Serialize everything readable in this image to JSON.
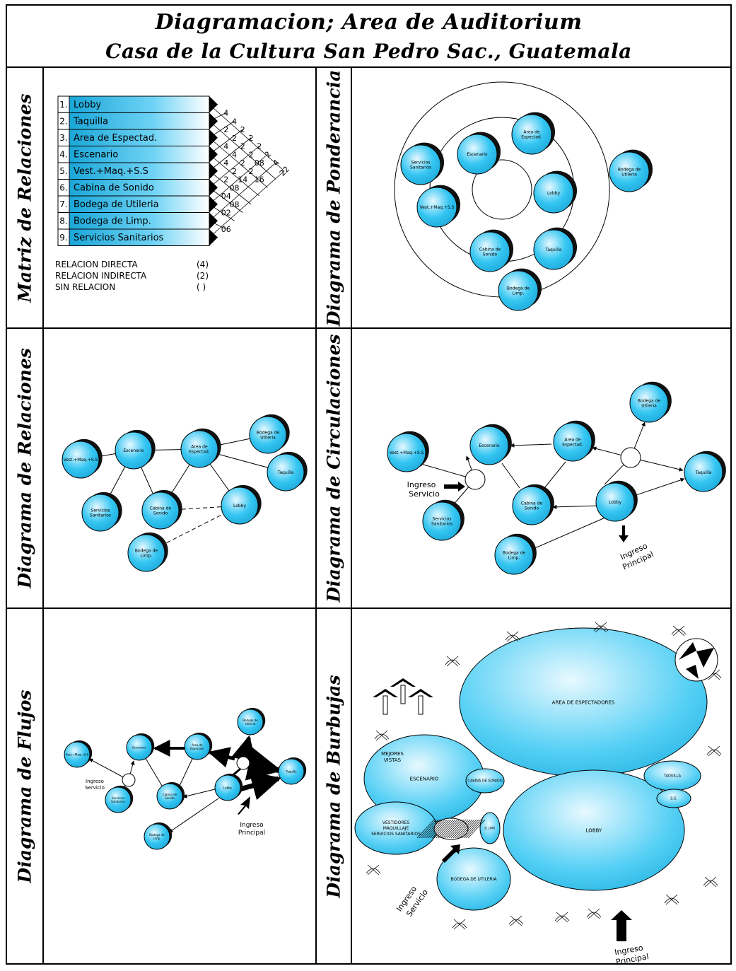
{
  "title": {
    "line1": "Diagramacion; Area de Auditorium",
    "line2": "Casa de la Cultura San Pedro Sac., Guatemala"
  },
  "section_labels": {
    "matriz": "Matriz de Relaciones",
    "ponderancia": "Diagrama de Ponderancia",
    "relaciones": "Diagrama de Relaciones",
    "circulaciones": "Diagrama de Circulaciones",
    "flujos": "Diagrama de Flujos",
    "burbujas": "Diagrama de Burbujas"
  },
  "matrix": {
    "rows": [
      {
        "num": "1.",
        "label": "Lobby"
      },
      {
        "num": "2.",
        "label": "Taquilla"
      },
      {
        "num": "3.",
        "label": "Area de Espectad."
      },
      {
        "num": "4.",
        "label": "Escenario"
      },
      {
        "num": "5.",
        "label": "Vest.+Maq.+S.S"
      },
      {
        "num": "6.",
        "label": "Cabina de Sonido"
      },
      {
        "num": "7.",
        "label": "Bodega de Utileria"
      },
      {
        "num": "8.",
        "label": "Bodega de Limp."
      },
      {
        "num": "9.",
        "label": "Servicios Sanitarios"
      }
    ],
    "cells": [
      {
        "i": 1,
        "j": 2,
        "v": "4"
      },
      {
        "i": 1,
        "j": 3,
        "v": "4"
      },
      {
        "i": 1,
        "j": 4,
        "v": "2"
      },
      {
        "i": 1,
        "j": 5,
        "v": "2"
      },
      {
        "i": 1,
        "j": 6,
        "v": "2"
      },
      {
        "i": 1,
        "j": 7,
        "v": "2"
      },
      {
        "i": 1,
        "j": 8,
        "v": "4"
      },
      {
        "i": 1,
        "j": 9,
        "v": "22"
      },
      {
        "i": 2,
        "j": 3,
        "v": "2"
      },
      {
        "i": 2,
        "j": 4,
        "v": "2"
      },
      {
        "i": 2,
        "j": 5,
        "v": "2"
      },
      {
        "i": 2,
        "j": 6,
        "v": "2"
      },
      {
        "i": 2,
        "j": 7,
        "v": "08"
      },
      {
        "i": 3,
        "j": 4,
        "v": "4"
      },
      {
        "i": 3,
        "j": 5,
        "v": "4"
      },
      {
        "i": 3,
        "j": 6,
        "v": "2"
      },
      {
        "i": 3,
        "j": 7,
        "v": "2"
      },
      {
        "i": 3,
        "j": 8,
        "v": "16"
      },
      {
        "i": 4,
        "j": 5,
        "v": "4"
      },
      {
        "i": 4,
        "j": 6,
        "v": "2"
      },
      {
        "i": 4,
        "j": 7,
        "v": "14"
      },
      {
        "i": 5,
        "j": 6,
        "v": "2"
      },
      {
        "i": 5,
        "j": 7,
        "v": "08"
      },
      {
        "i": 6,
        "j": 7,
        "v": "04"
      },
      {
        "i": 6,
        "j": 8,
        "v": "08"
      },
      {
        "i": 7,
        "j": 8,
        "v": "02"
      },
      {
        "i": 8,
        "j": 9,
        "v": "06"
      }
    ],
    "legend": [
      {
        "label": "RELACION DIRECTA",
        "code": "(4)"
      },
      {
        "label": "RELACION INDIRECTA",
        "code": "(2)"
      },
      {
        "label": "SIN RELACION",
        "code": "(  )"
      }
    ]
  },
  "nodes": {
    "lobby": "Lobby",
    "taquilla": "Taquilla",
    "area_espect": "Area de Espectad.",
    "escenario": "Escenario",
    "vest": "Vest.+Maq.+S.S",
    "cabina": "Cabina de Sonido",
    "utileria": "Bodega de Utileria",
    "limpieza": "Bodega de Limp.",
    "sanitarios": "Servicios Sanitarios"
  },
  "annotations": {
    "ingreso_servicio": "Ingreso Servicio",
    "ingreso_principal": "Ingreso Principal",
    "mejores_vistas": "MEJORES VISTAS"
  },
  "bubbles": {
    "area_espect": "AREA DE ESPECTADORES",
    "escenario": "ESCENARIO",
    "cabina": "CABINA DE SONIDO",
    "vest": "VESTIDORES / MAQUILLAJE / SERVICIOS SANITARIOS",
    "lobby": "LOBBY",
    "utileria": "BODEGA DE UTILERIA",
    "limpieza": "B. LIMP.",
    "taquilla": "TAQUILLA",
    "sanitarios": "S.S."
  },
  "colors": {
    "bubble_light": "#e6f8ff",
    "bubble_mid": "#35c6f2",
    "bubble_dark": "#1aa6d8",
    "shadow": "#111111"
  }
}
